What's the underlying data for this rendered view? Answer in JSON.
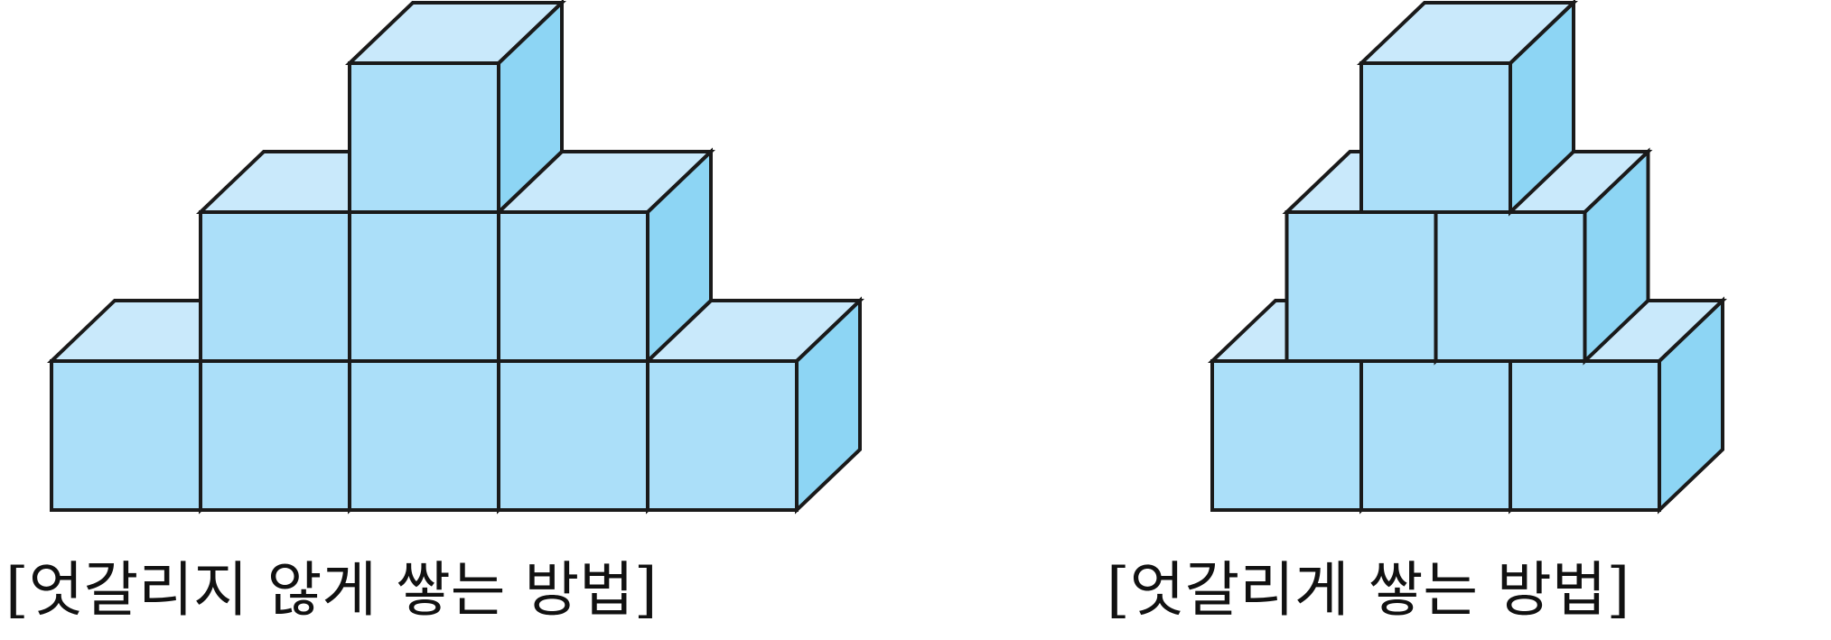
{
  "colors": {
    "front": "#abdff9",
    "top": "#c9e9fb",
    "side": "#8dd5f4",
    "stroke": "#1a1a1a"
  },
  "figures": [
    {
      "name": "non-staggered-stack",
      "caption": "[엇갈리지 않게 쌓는 방법]",
      "rows": [
        5,
        3,
        1
      ]
    },
    {
      "name": "staggered-stack",
      "caption": "[엇갈리게 쌓는 방법]",
      "rows": [
        3,
        2,
        1
      ]
    }
  ]
}
